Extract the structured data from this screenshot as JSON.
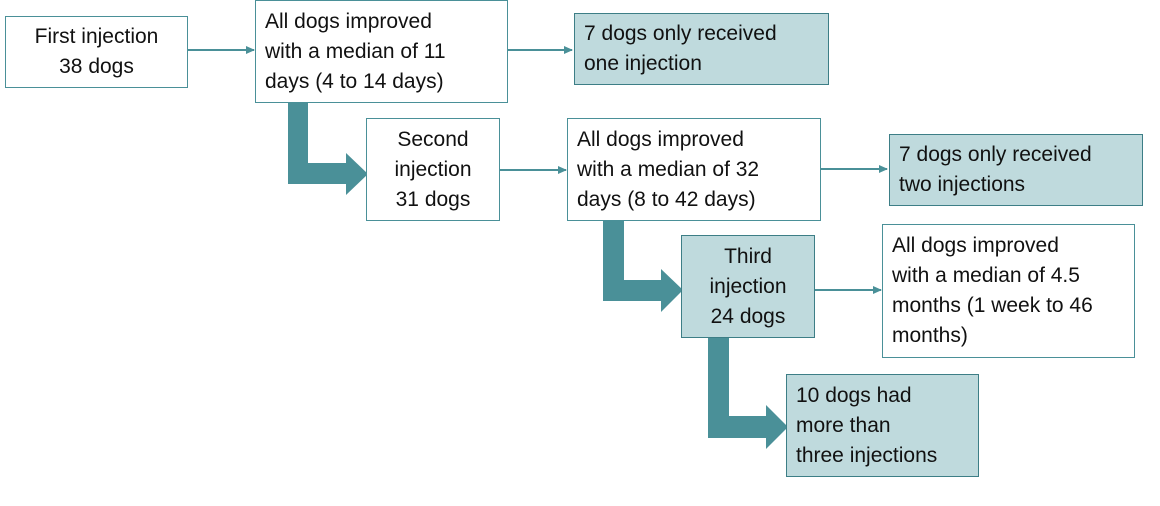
{
  "colors": {
    "accent": "#4a9098",
    "shaded_fill": "#bfdadd",
    "arrow": "#4a9098"
  },
  "boxes": {
    "first": {
      "lines": [
        "First injection",
        "38 dogs"
      ]
    },
    "first_outcome": {
      "lines": [
        "All dogs improved",
        "with a median of 11",
        "days (4 to 14 days)"
      ]
    },
    "one_only": {
      "lines": [
        "7 dogs only received",
        "one injection"
      ]
    },
    "second": {
      "lines": [
        "Second",
        "injection",
        "31 dogs"
      ]
    },
    "second_outcome": {
      "lines": [
        "All dogs improved",
        "with a median of 32",
        "days (8 to 42 days)"
      ]
    },
    "two_only": {
      "lines": [
        "7 dogs only received",
        "two injections"
      ]
    },
    "third": {
      "lines": [
        "Third",
        "injection",
        "24 dogs"
      ]
    },
    "third_outcome": {
      "lines": [
        "All dogs improved",
        "with a median of 4.5",
        "months (1 week to 46",
        "months)"
      ]
    },
    "more_than_three": {
      "lines": [
        "10 dogs had",
        "more than",
        "three injections"
      ]
    }
  }
}
